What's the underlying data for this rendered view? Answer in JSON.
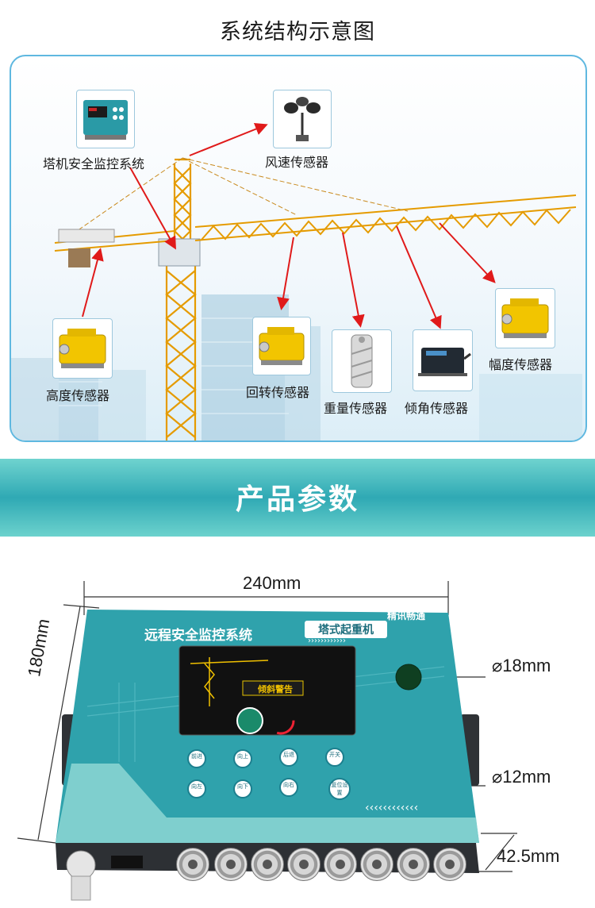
{
  "structure_section": {
    "title": "系统结构示意图",
    "labels": {
      "monitor": "塔机安全监控系统",
      "wind": "风速传感器",
      "height": "高度传感器",
      "rotation": "回转传感器",
      "weight": "重量传感器",
      "tilt": "倾角传感器",
      "amplitude": "幅度传感器"
    }
  },
  "banner": {
    "title": "产品参数"
  },
  "product": {
    "width_dim": "240mm",
    "height_dim": "180mm",
    "depth_dim": "42.5mm",
    "hole_large": "18mm",
    "hole_small": "12mm",
    "panel_title": "远程安全监控系统",
    "panel_tag": "塔式起重机",
    "brand": "精讯畅通",
    "screen_alert": "倾斜警告",
    "buttons": [
      "前进",
      "向上",
      "后退",
      "开关",
      "向左",
      "向下",
      "向右",
      "复位设置"
    ]
  },
  "colors": {
    "accent_teal": "#2fa9b4",
    "crane_yellow": "#f0a500",
    "arrow_red": "#e01a1a",
    "panel_border": "#5fb8e0"
  }
}
